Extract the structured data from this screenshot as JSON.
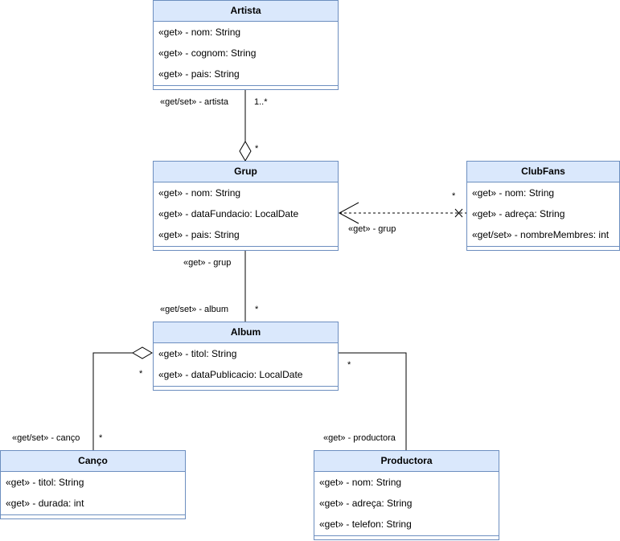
{
  "classes": {
    "artista": {
      "name": "Artista",
      "attributes": [
        "«get» - nom: String",
        "«get» - cognom: String",
        "«get» - pais: String"
      ]
    },
    "grup": {
      "name": "Grup",
      "attributes": [
        "«get» - nom: String",
        "«get» - dataFundacio: LocalDate",
        "«get» - pais: String"
      ]
    },
    "clubfans": {
      "name": "ClubFans",
      "attributes": [
        "«get» - nom: String",
        "«get» - adreça: String",
        "«get/set» - nombreMembres: int"
      ]
    },
    "album": {
      "name": "Album",
      "attributes": [
        "«get» - titol: String",
        "«get» - dataPublicacio: LocalDate"
      ]
    },
    "canco": {
      "name": "Canço",
      "attributes": [
        "«get» - titol: String",
        "«get» - durada: int"
      ]
    },
    "productora": {
      "name": "Productora",
      "attributes": [
        "«get» - nom: String",
        "«get» - adreça: String",
        "«get» - telefon: String"
      ]
    }
  },
  "labels": {
    "artista_role": "«get/set» - artista",
    "artista_mult": "1..*",
    "grup_mult_top": "*",
    "clubfans_mult": "*",
    "clubfans_role": "«get» - grup",
    "grup_role_bottom": "«get» - grup",
    "album_role": "«get/set» - album",
    "album_mult": "*",
    "album_mult_left": "*",
    "canco_role": "«get/set» - canço",
    "canco_mult": "*",
    "album_mult_right": "*",
    "productora_role": "«get» - productora"
  },
  "colors": {
    "class_fill": "#dae8fc",
    "class_border": "#6c8ebf",
    "edge": "#000000"
  }
}
